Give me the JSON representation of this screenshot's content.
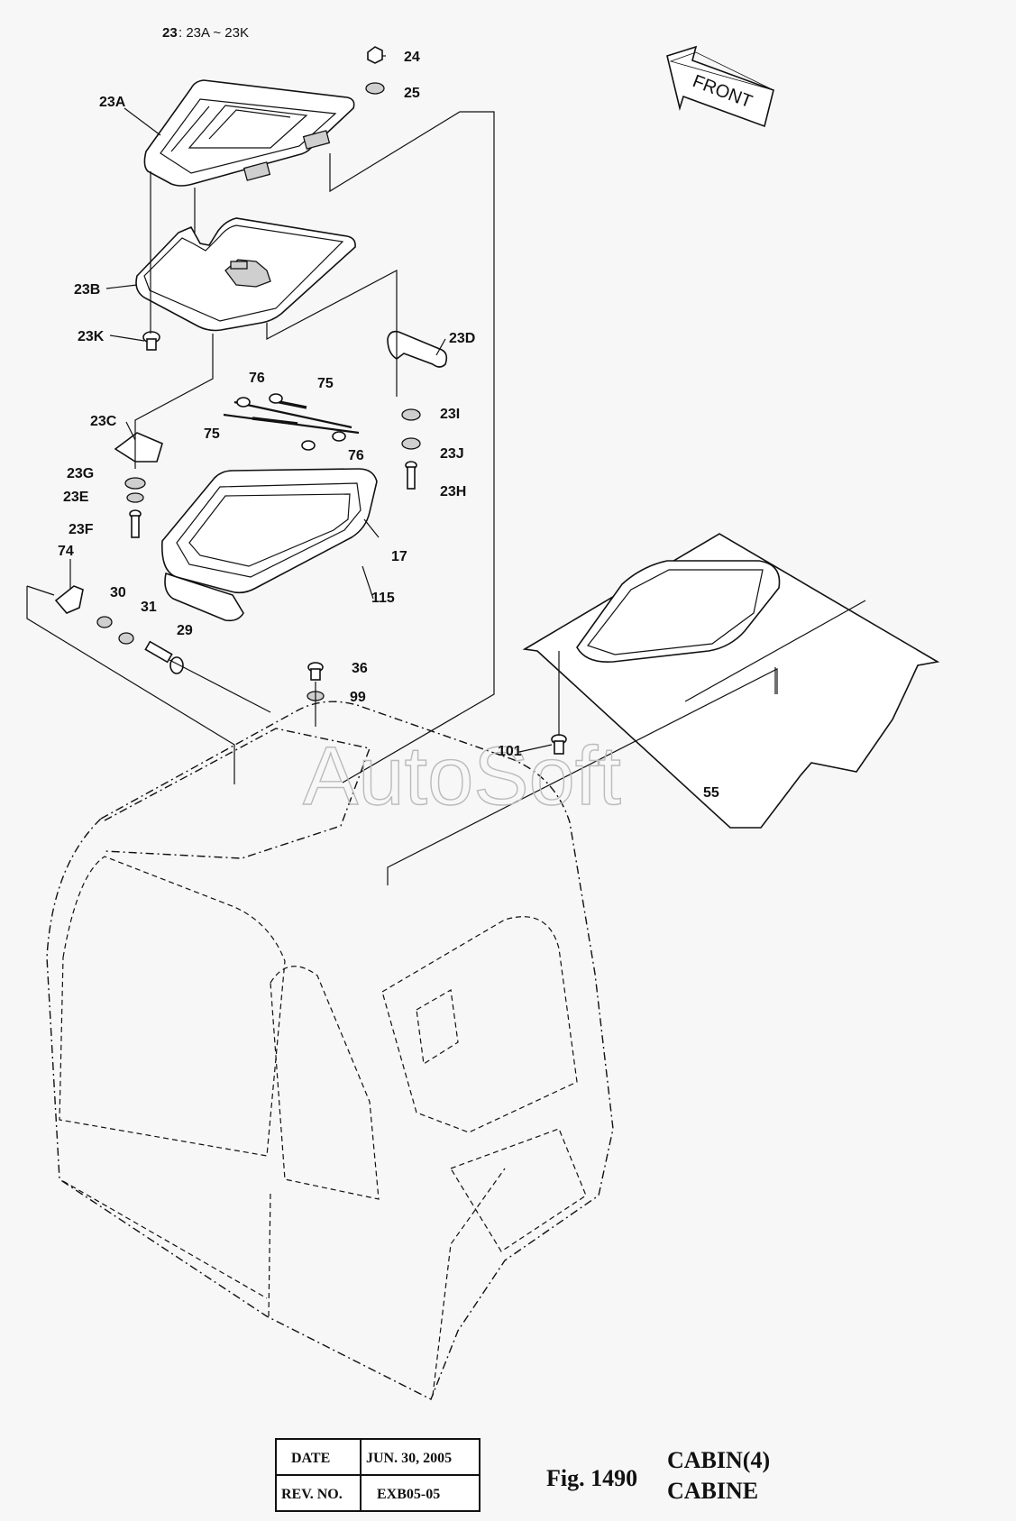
{
  "header": {
    "assembly_number": "23",
    "assembly_range": ": 23A ~ 23K"
  },
  "front_arrow": {
    "label": "FRONT"
  },
  "watermark": "AutoSoft",
  "callouts": {
    "c23A": "23A",
    "c23B": "23B",
    "c23C": "23C",
    "c23D": "23D",
    "c23E": "23E",
    "c23F": "23F",
    "c23G": "23G",
    "c23H": "23H",
    "c23I": "23I",
    "c23J": "23J",
    "c23K": "23K",
    "c24": "24",
    "c25": "25",
    "c75a": "75",
    "c75b": "75",
    "c76a": "76",
    "c76b": "76",
    "c17": "17",
    "c115": "115",
    "c74": "74",
    "c30": "30",
    "c31": "31",
    "c29": "29",
    "c36": "36",
    "c99": "99",
    "c101": "101",
    "c55": "55"
  },
  "title_block": {
    "date_label": "DATE",
    "date_value": "JUN. 30, 2005",
    "rev_label": "REV. NO.",
    "rev_value": "EXB05-05"
  },
  "figure": {
    "number": "Fig. 1490",
    "title_en": "CABIN(4)",
    "title_fr": "CABINE"
  }
}
